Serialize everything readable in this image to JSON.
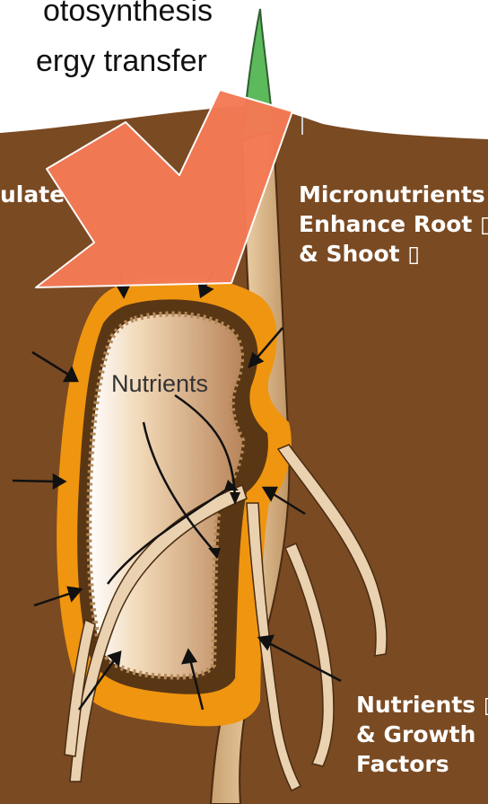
{
  "top_text": {
    "line1": "otosynthesis",
    "line2": "ergy transfer"
  },
  "labels": {
    "left_partial": "ulate",
    "micronutrients": [
      "Micronutrients ▯",
      "Enhance Root ▯",
      "& Shoot ▯"
    ],
    "seed_center": "Nutrients",
    "bottom_right": [
      "Nutrients ▯",
      "& Growth",
      "Factors"
    ]
  },
  "colors": {
    "soil": "#7a4a22",
    "coat": "#f0950f",
    "arrow_big": "#f47a55",
    "sprout_green": "#5cb95c",
    "root": "#d8b48a"
  }
}
